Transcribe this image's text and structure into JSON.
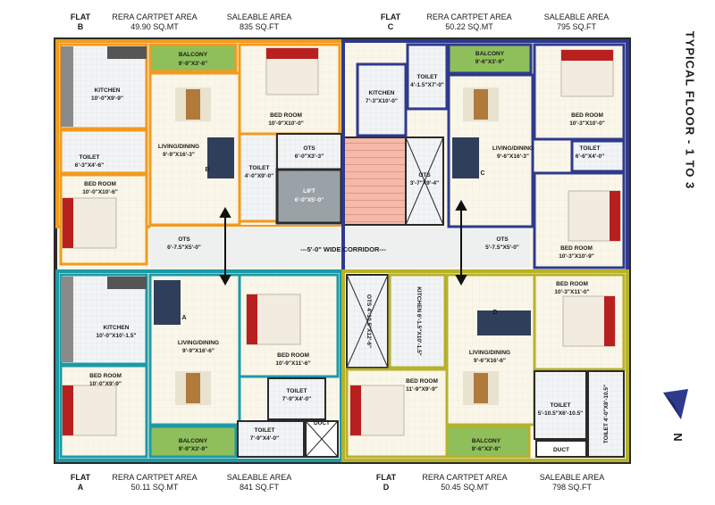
{
  "title": "TYPICAL FLOOR - 1 TO 3",
  "compass": {
    "label": "N"
  },
  "colors": {
    "flat_b": "#f39a1e",
    "flat_c": "#2e3a8c",
    "flat_a": "#1c9aa6",
    "flat_d": "#b7b12a",
    "wall": "#2a2a2a",
    "floor": "#faf6ea",
    "corridor": "#eef0f0",
    "stair": "#f4b9a8",
    "balcony": "#8fbf5a"
  },
  "flats": {
    "b": {
      "label": "FLAT",
      "letter": "B",
      "rera_label": "RERA CARTPET AREA",
      "rera_value": "49.90 SQ.MT",
      "saleable_label": "SALEABLE AREA",
      "saleable_value": "835 SQ.FT"
    },
    "c": {
      "label": "FLAT",
      "letter": "C",
      "rera_label": "RERA CARTPET AREA",
      "rera_value": "50.22 SQ.MT",
      "saleable_label": "SALEABLE AREA",
      "saleable_value": "795 SQ.FT"
    },
    "a": {
      "label": "FLAT",
      "letter": "A",
      "rera_label": "RERA CARTPET AREA",
      "rera_value": "50.11 SQ.MT",
      "saleable_label": "SALEABLE AREA",
      "saleable_value": "841 SQ.FT"
    },
    "d": {
      "label": "FLAT",
      "letter": "D",
      "rera_label": "RERA CARTPET AREA",
      "rera_value": "50.45 SQ.MT",
      "saleable_label": "SALEABLE AREA",
      "saleable_value": "798 SQ.FT"
    }
  },
  "rooms": {
    "b_balcony": {
      "name": "BALCONY",
      "size": "9'-9\"X3'-6\""
    },
    "b_kitchen": {
      "name": "KITCHEN",
      "size": "10'-0\"X9'-9\""
    },
    "b_bedroom1": {
      "name": "BED ROOM",
      "size": "10'-9\"X10'-0\""
    },
    "b_living": {
      "name": "LIVING/DINING",
      "size": "9'-9\"X16'-3\""
    },
    "b_toilet1": {
      "name": "TOILET",
      "size": "6'-3\"X4'-6\""
    },
    "b_toilet2": {
      "name": "TOILET",
      "size": "4'-0\"X9'-0\""
    },
    "b_bedroom2": {
      "name": "BED ROOM",
      "size": "10'-0\"X10'-6\""
    },
    "b_ots": {
      "name": "OTS",
      "size": "6'-7.5\"X5'-0\""
    },
    "ots_top": {
      "name": "OTS",
      "size": "6'-0\"X3'-3\""
    },
    "lift": {
      "name": "LIFT",
      "size": "6'-0\"X5'-0\""
    },
    "ots_stair": {
      "name": "OTS",
      "size": "3'-7\"X9'-4\""
    },
    "corridor": {
      "name": "---5'-0\" WIDE CORRIDOR---"
    },
    "c_kitchen": {
      "name": "KITCHEN",
      "size": "7'-3\"X10'-0\""
    },
    "c_toilet1": {
      "name": "TOILET",
      "size": "4'-1.5\"X7'-0\""
    },
    "c_balcony": {
      "name": "BALCONY",
      "size": "9'-6\"X3'-9\""
    },
    "c_bedroom1": {
      "name": "BED ROOM",
      "size": "10'-3\"X10'-0\""
    },
    "c_living": {
      "name": "LIVING/DINING",
      "size": "9'-6\"X16'-3\""
    },
    "c_toilet2": {
      "name": "TOILET",
      "size": "6'-6\"X4'-0\""
    },
    "c_bedroom2": {
      "name": "BED ROOM",
      "size": "10'-3\"X10'-9\""
    },
    "c_ots": {
      "name": "OTS",
      "size": "5'-7.5\"X5'-0\""
    },
    "a_kitchen": {
      "name": "KITCHEN",
      "size": "10'-0\"X10'-1.5\""
    },
    "a_living": {
      "name": "LIVING/DINING",
      "size": "9'-9\"X16'-6\""
    },
    "a_bedroom1": {
      "name": "BED ROOM",
      "size": "10'-9\"X11'-6\""
    },
    "a_bedroom2": {
      "name": "BED ROOM",
      "size": "10'-0\"X9'-9\""
    },
    "a_toilet1": {
      "name": "TOILET",
      "size": "7'-9\"X4'-0\""
    },
    "a_toilet2": {
      "name": "TOILET",
      "size": "7'-9\"X4'-0\""
    },
    "a_balcony": {
      "name": "BALCONY",
      "size": "9'-9\"X3'-9\""
    },
    "a_duct": {
      "name": "DUCT"
    },
    "ots_a": {
      "name": "OTS",
      "size": "4'-10.5\"X12'-6\""
    },
    "d_kitchen": {
      "name": "KITCHEN",
      "size": "6'-1.5\"X10'-1.5\""
    },
    "d_bedroom1": {
      "name": "BED ROOM",
      "size": "11'-9\"X9'-9\""
    },
    "d_living": {
      "name": "LIVING/DINING",
      "size": "9'-6\"X16'-6\""
    },
    "d_balcony": {
      "name": "BALCONY",
      "size": "9'-6\"X3'-9\""
    },
    "d_bedroom2": {
      "name": "BED ROOM",
      "size": "10'-3\"X11'-0\""
    },
    "d_toilet1": {
      "name": "TOILET",
      "size": "5'-10.5\"X6'-10.5\""
    },
    "d_toilet2": {
      "name": "TOILET",
      "size": "4'-0\"X8'-10.5\""
    },
    "d_duct": {
      "name": "DUCT"
    }
  }
}
